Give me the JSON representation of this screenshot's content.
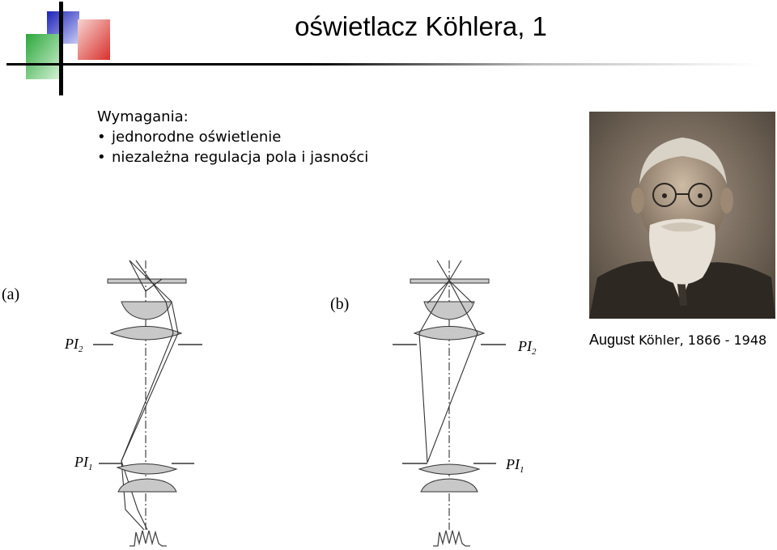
{
  "title": "oświetlacz  Köhlera, 1",
  "requirements": {
    "heading": "Wymagania:",
    "items": [
      "jednorodne oświetlenie",
      "niezależna regulacja pola i jasności"
    ]
  },
  "portrait": {
    "caption_name": "August",
    "caption_rest": " Köhler, 1866 - 1948"
  },
  "diagram": {
    "panel_a": {
      "label": "(a)",
      "pl2": "PI",
      "pl2_sub": "2",
      "pl1": "PI",
      "pl1_sub": "1"
    },
    "panel_b": {
      "label": "(b)",
      "pl2": "PI",
      "pl2_sub": "2",
      "pl1": "PI",
      "pl1_sub": "1"
    }
  },
  "colors": {
    "logo_blue": "#2f3cc9",
    "logo_green": "#3bb54a",
    "logo_red": "#e0403a",
    "lens_gray": "#c8c8c8"
  }
}
